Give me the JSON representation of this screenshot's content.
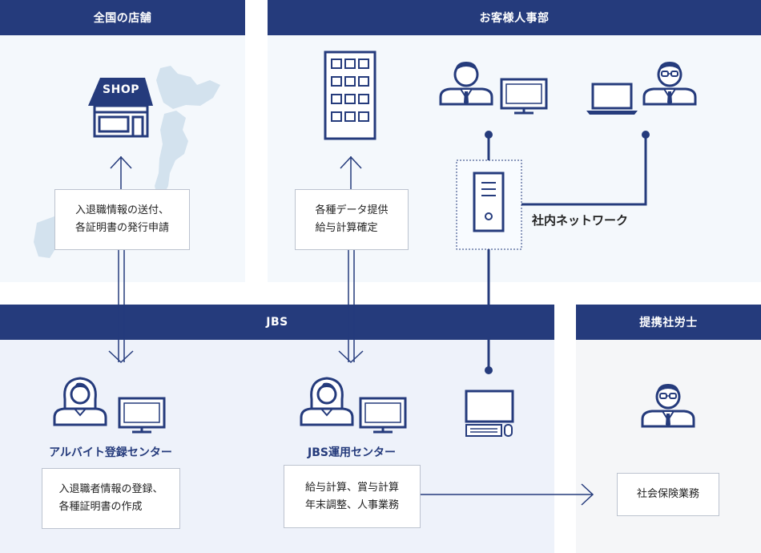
{
  "sections": {
    "stores": "全国の店舗",
    "customer_hr": "お客様人事部",
    "jbs": "JBS",
    "partner": "提携社労士"
  },
  "shop_sign": "SHOP",
  "boxes": {
    "store_request": [
      "入退職情報の送付、",
      "各証明書の発行申請"
    ],
    "hr_data": [
      "各種データ提供",
      "給与計算確定"
    ],
    "part_time": [
      "入退職者情報の登録、",
      "各種証明書の作成"
    ],
    "operations": [
      "給与計算、賞与計算",
      "年末調整、人事業務"
    ],
    "insurance": [
      "社会保険業務"
    ]
  },
  "labels": {
    "network": "社内ネットワーク",
    "part_time_center": "アルバイト登録センター",
    "ops_center": "JBS運用センター"
  },
  "colors": {
    "navy": "#253b7c",
    "bg_blue": "#f4f8fc",
    "bg_gray": "#f5f6f8",
    "map": "#d3e2ee"
  }
}
